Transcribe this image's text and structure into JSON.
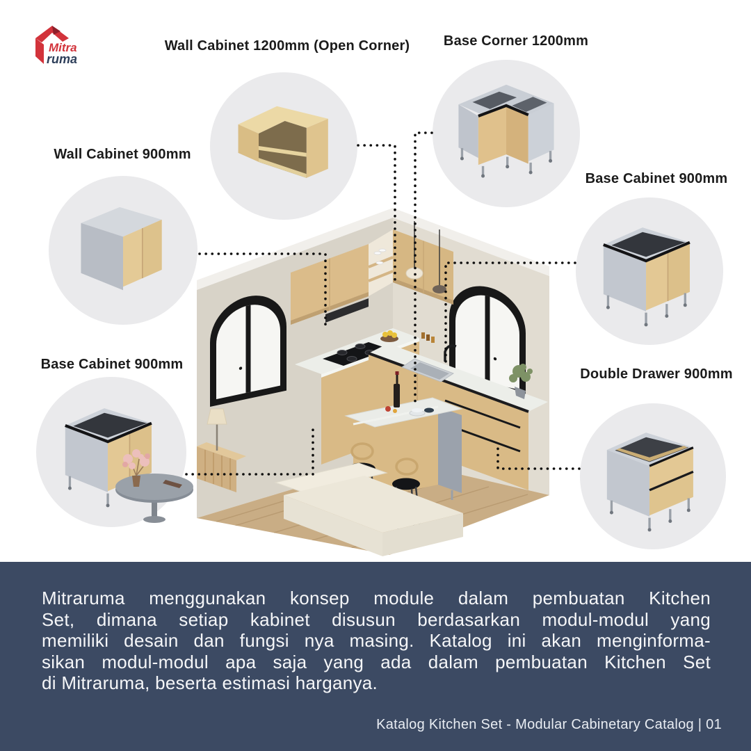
{
  "brand": {
    "line1": "Mitra",
    "line2": "ruma"
  },
  "callouts": [
    {
      "id": "wall-cabinet-1200",
      "label": "Wall Cabinet 1200mm (Open Corner)"
    },
    {
      "id": "base-corner-1200",
      "label": "Base Corner 1200mm"
    },
    {
      "id": "wall-cabinet-900",
      "label": "Wall Cabinet 900mm"
    },
    {
      "id": "base-cabinet-900-right",
      "label": "Base Cabinet 900mm"
    },
    {
      "id": "base-cabinet-900-left",
      "label": "Base Cabinet 900mm"
    },
    {
      "id": "double-drawer-900",
      "label": "Double Drawer 900mm"
    }
  ],
  "description": {
    "lines": [
      "Mitraruma menggunakan konsep module dalam pembuatan Kitchen",
      "Set, dimana setiap kabinet disusun berdasarkan modul-modul yang",
      "memiliki desain dan fungsi nya masing. Katalog ini akan menginforma-",
      "sikan modul-modul apa saja yang ada dalam pembuatan Kitchen Set",
      "di Mitraruma, beserta estimasi harganya."
    ]
  },
  "footer": {
    "text": "Katalog Kitchen Set - Modular Cabinetary Catalog | 01"
  },
  "colors": {
    "panel_bg": "#3c4a63",
    "circle_bg": "#eaeaec",
    "brand_red": "#d2333b",
    "brand_dark_red": "#8e1f2a",
    "brand_navy": "#2e3f5a",
    "label_text": "#1b1b1b",
    "wood": "#dcbd8a",
    "carcass_grey": "#c2c7cf",
    "paragraph_text": "#f5f6f8"
  }
}
